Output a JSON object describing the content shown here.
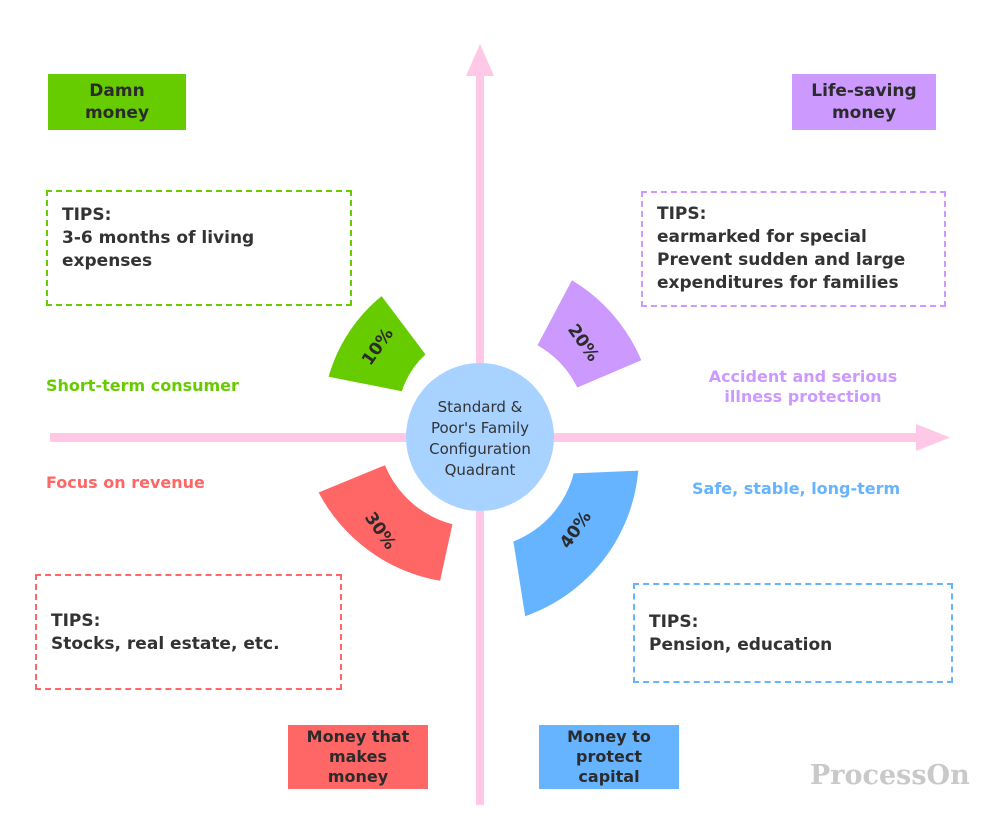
{
  "center": {
    "title": "Standard &\nPoor's Family\nConfiguration\nQuadrant"
  },
  "quadrants": {
    "top_left": {
      "label": "Damn\nmoney",
      "tips_head": "TIPS:",
      "tips_lines": [
        "3-6 months of living",
        "expenses"
      ],
      "side": "Short-term consumer",
      "percent": "10%",
      "color": "#66cc00"
    },
    "top_right": {
      "label": "Life-saving\nmoney",
      "tips_head": "TIPS:",
      "tips_lines": [
        "earmarked for special",
        "Prevent sudden and large",
        "expenditures for families"
      ],
      "side": "Accident and serious\nillness protection",
      "percent": "20%",
      "color": "#cc99ff"
    },
    "bottom_left": {
      "label": "Money that\nmakes\nmoney",
      "tips_head": "TIPS:",
      "tips_lines": [
        "Stocks, real estate, etc."
      ],
      "side": "Focus on revenue",
      "percent": "30%",
      "color": "#ff6666"
    },
    "bottom_right": {
      "label": "Money to\nprotect\ncapital",
      "tips_head": "TIPS:",
      "tips_lines": [
        "Pension, education"
      ],
      "side": "Safe, stable, long-term",
      "percent": "40%",
      "color": "#66b3ff"
    }
  },
  "colors": {
    "axis": "#ffc8e6",
    "center_circle": "#a8d2ff",
    "watermark": "#c9c9c9"
  },
  "watermark": "ProcessOn"
}
